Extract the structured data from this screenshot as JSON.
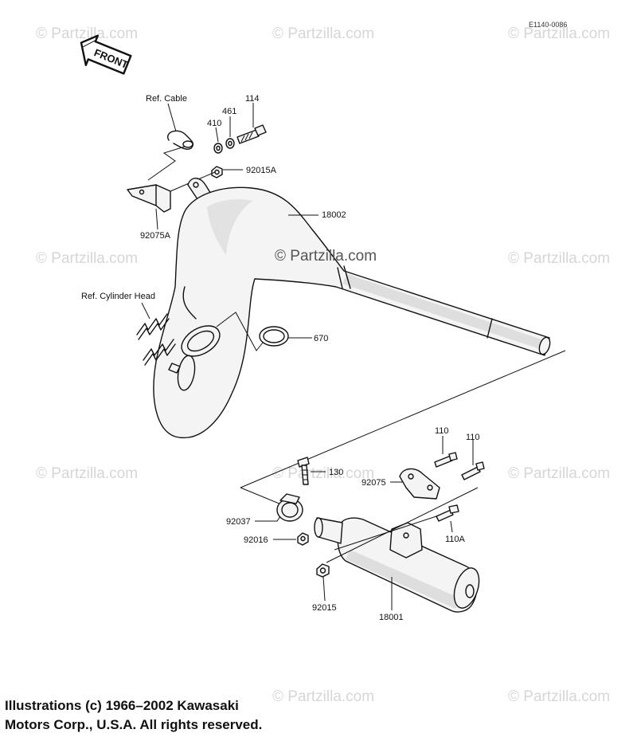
{
  "diagram": {
    "code": "E1140-0086",
    "front_label": "FRONT",
    "watermark": "© Partzilla.com",
    "center_watermark": "© Partzilla.com",
    "labels": {
      "ref_cable": "Ref. Cable",
      "p114": "114",
      "p461": "461",
      "p410": "410",
      "p92015A": "92015A",
      "p18002": "18002",
      "p92075A": "92075A",
      "ref_cylinder_head": "Ref. Cylinder Head",
      "p670": "670",
      "p110a": "110",
      "p110b": "110",
      "p130": "130",
      "p92075": "92075",
      "p92037": "92037",
      "p110A": "110A",
      "p92016": "92016",
      "p92015": "92015",
      "p18001": "18001"
    }
  },
  "copyright": {
    "line1": "Illustrations (c) 1966–2002 Kawasaki",
    "line2": "Motors Corp., U.S.A.  All rights reserved."
  }
}
